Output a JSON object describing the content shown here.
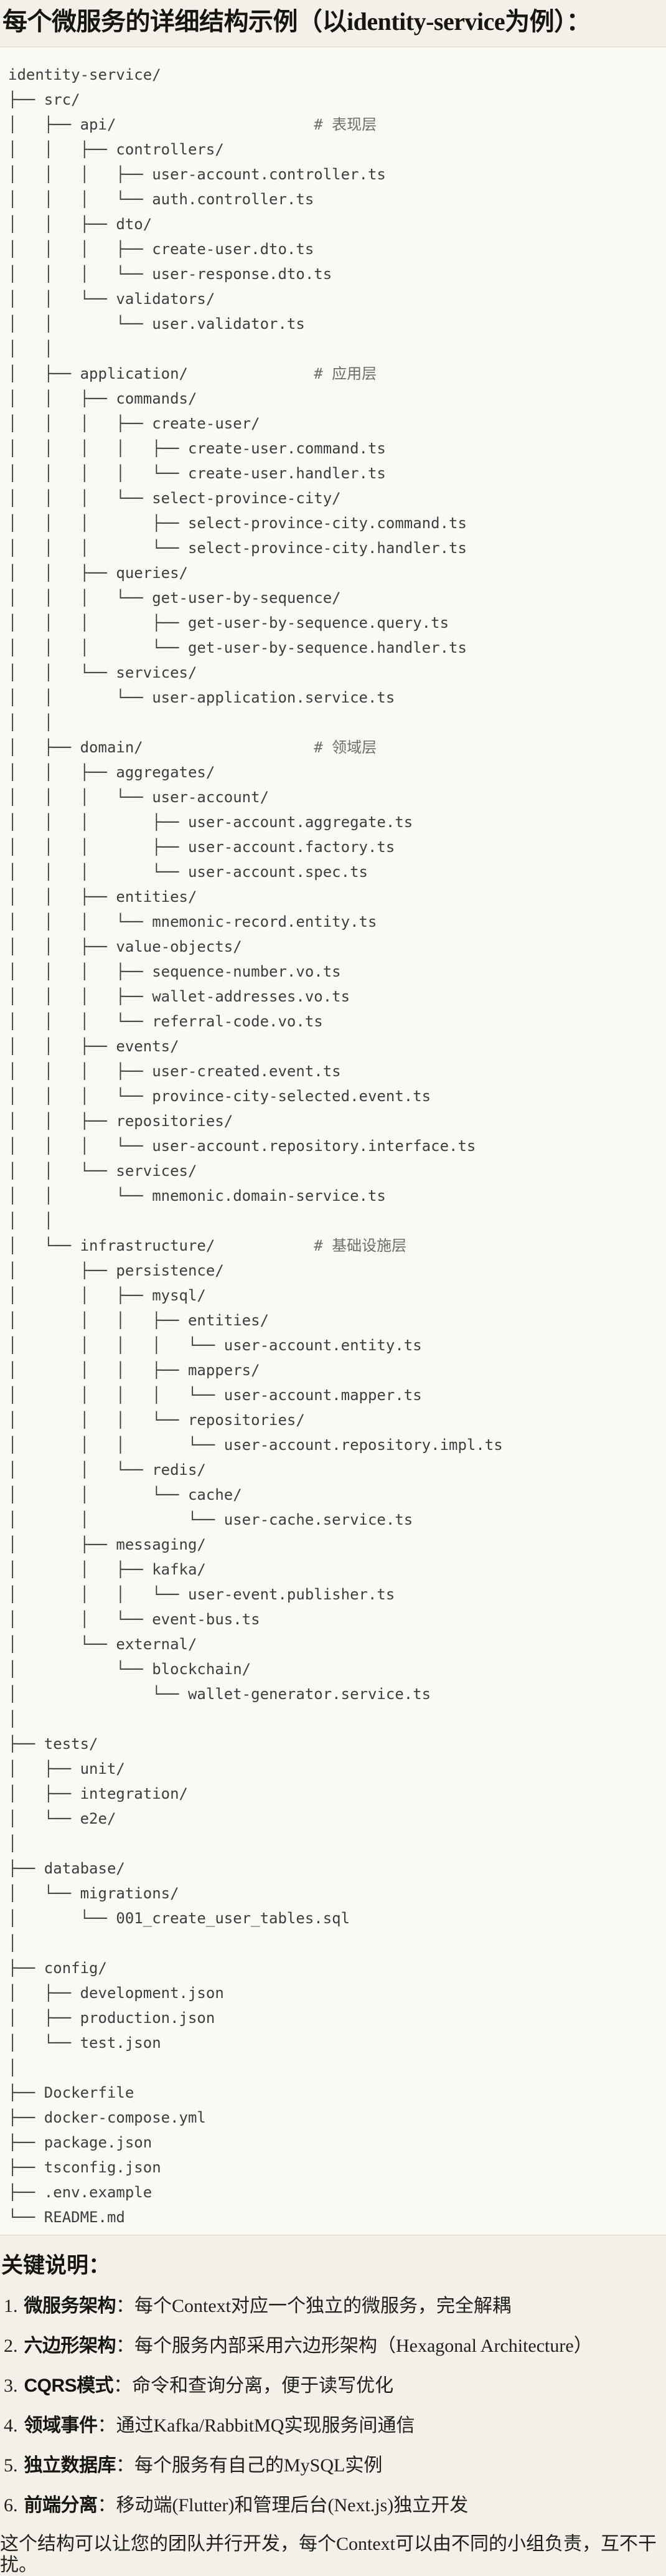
{
  "palette": {
    "page_bg": "#f2f0e9",
    "code_bg": "#faf9f4",
    "divider": "#d9d7cc",
    "code_text": "#3e3e40",
    "comment_text": "#6e6d68",
    "heading_text": "#161512"
  },
  "page": {
    "title": "每个微服务的详细结构示例（以identity-service为例）："
  },
  "tree": {
    "lines": [
      "identity-service/",
      "├── src/",
      "│   ├── api/                      # 表现层",
      "│   │   ├── controllers/",
      "│   │   │   ├── user-account.controller.ts",
      "│   │   │   └── auth.controller.ts",
      "│   │   ├── dto/",
      "│   │   │   ├── create-user.dto.ts",
      "│   │   │   └── user-response.dto.ts",
      "│   │   └── validators/",
      "│   │       └── user.validator.ts",
      "│   │",
      "│   ├── application/              # 应用层",
      "│   │   ├── commands/",
      "│   │   │   ├── create-user/",
      "│   │   │   │   ├── create-user.command.ts",
      "│   │   │   │   └── create-user.handler.ts",
      "│   │   │   └── select-province-city/",
      "│   │   │       ├── select-province-city.command.ts",
      "│   │   │       └── select-province-city.handler.ts",
      "│   │   ├── queries/",
      "│   │   │   └── get-user-by-sequence/",
      "│   │   │       ├── get-user-by-sequence.query.ts",
      "│   │   │       └── get-user-by-sequence.handler.ts",
      "│   │   └── services/",
      "│   │       └── user-application.service.ts",
      "│   │",
      "│   ├── domain/                   # 领域层",
      "│   │   ├── aggregates/",
      "│   │   │   └── user-account/",
      "│   │   │       ├── user-account.aggregate.ts",
      "│   │   │       ├── user-account.factory.ts",
      "│   │   │       └── user-account.spec.ts",
      "│   │   ├── entities/",
      "│   │   │   └── mnemonic-record.entity.ts",
      "│   │   ├── value-objects/",
      "│   │   │   ├── sequence-number.vo.ts",
      "│   │   │   ├── wallet-addresses.vo.ts",
      "│   │   │   └── referral-code.vo.ts",
      "│   │   ├── events/",
      "│   │   │   ├── user-created.event.ts",
      "│   │   │   └── province-city-selected.event.ts",
      "│   │   ├── repositories/",
      "│   │   │   └── user-account.repository.interface.ts",
      "│   │   └── services/",
      "│   │       └── mnemonic.domain-service.ts",
      "│   │",
      "│   └── infrastructure/           # 基础设施层",
      "│       ├── persistence/",
      "│       │   ├── mysql/",
      "│       │   │   ├── entities/",
      "│       │   │   │   └── user-account.entity.ts",
      "│       │   │   ├── mappers/",
      "│       │   │   │   └── user-account.mapper.ts",
      "│       │   │   └── repositories/",
      "│       │   │       └── user-account.repository.impl.ts",
      "│       │   └── redis/",
      "│       │       └── cache/",
      "│       │           └── user-cache.service.ts",
      "│       ├── messaging/",
      "│       │   ├── kafka/",
      "│       │   │   └── user-event.publisher.ts",
      "│       │   └── event-bus.ts",
      "│       └── external/",
      "│           └── blockchain/",
      "│               └── wallet-generator.service.ts",
      "│",
      "├── tests/",
      "│   ├── unit/",
      "│   ├── integration/",
      "│   └── e2e/",
      "│",
      "├── database/",
      "│   └── migrations/",
      "│       └── 001_create_user_tables.sql",
      "│",
      "├── config/",
      "│   ├── development.json",
      "│   ├── production.json",
      "│   └── test.json",
      "│",
      "├── Dockerfile",
      "├── docker-compose.yml",
      "├── package.json",
      "├── tsconfig.json",
      "├── .env.example",
      "└── README.md"
    ]
  },
  "notes": {
    "heading": "关键说明：",
    "items": [
      {
        "num": "1.",
        "label": "微服务架构",
        "desc": "：每个Context对应一个独立的微服务，完全解耦"
      },
      {
        "num": "2.",
        "label": "六边形架构",
        "desc": "：每个服务内部采用六边形架构（Hexagonal Architecture）"
      },
      {
        "num": "3.",
        "label": "CQRS模式",
        "desc": "：命令和查询分离，便于读写优化"
      },
      {
        "num": "4.",
        "label": "领域事件",
        "desc": "：通过Kafka/RabbitMQ实现服务间通信"
      },
      {
        "num": "5.",
        "label": "独立数据库",
        "desc": "：每个服务有自己的MySQL实例"
      },
      {
        "num": "6.",
        "label": "前端分离",
        "desc": "：移动端(Flutter)和管理后台(Next.js)独立开发"
      }
    ],
    "footer": "这个结构可以让您的团队并行开发，每个Context可以由不同的小组负责，互不干扰。"
  }
}
